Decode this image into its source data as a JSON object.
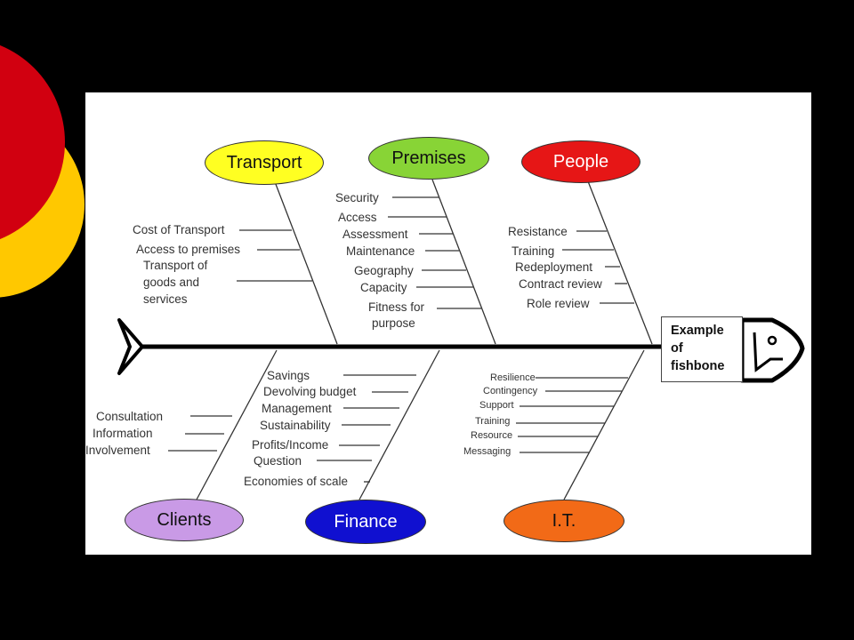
{
  "colors": {
    "deco_red": "#d10010",
    "deco_yellow": "#ffc800",
    "transport": "#ffff22",
    "premises": "#88d436",
    "people": "#e61616",
    "clients": "#c99ae6",
    "finance": "#1010d0",
    "it": "#f26a17"
  },
  "categories": {
    "transport": "Transport",
    "premises": "Premises",
    "people": "People",
    "clients": "Clients",
    "finance": "Finance",
    "it": "I.T."
  },
  "causes": {
    "transport": [
      "Cost of Transport",
      "Access to premises",
      "Transport of",
      "goods and",
      "services"
    ],
    "premises": [
      "Security",
      "Access",
      "Assessment",
      "Maintenance",
      "Geography",
      "Capacity",
      "Fitness for",
      "purpose"
    ],
    "people": [
      "Resistance",
      "Training",
      "Redeployment",
      "Contract review",
      "Role review"
    ],
    "clients": [
      "Consultation",
      "Information",
      "Involvement"
    ],
    "finance": [
      "Savings",
      "Devolving budget",
      "Management",
      "Sustainability",
      "Profits/Income",
      "Question",
      "Economies of scale"
    ],
    "it": [
      "Resilience",
      "Contingency",
      "Support",
      "Training",
      "Resource",
      "Messaging"
    ]
  },
  "head_label": [
    "Example",
    "of",
    "fishbone"
  ]
}
